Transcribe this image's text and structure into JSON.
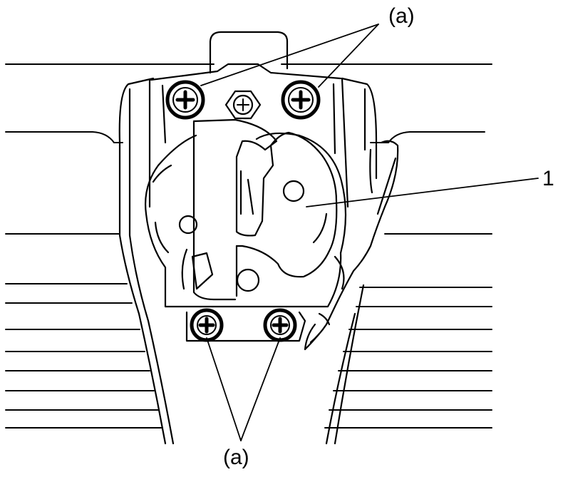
{
  "labels": {
    "callout_top": "(a)",
    "callout_part": "1",
    "callout_bottom": "(a)"
  },
  "colors": {
    "line": "#000000",
    "background": "#ffffff"
  }
}
